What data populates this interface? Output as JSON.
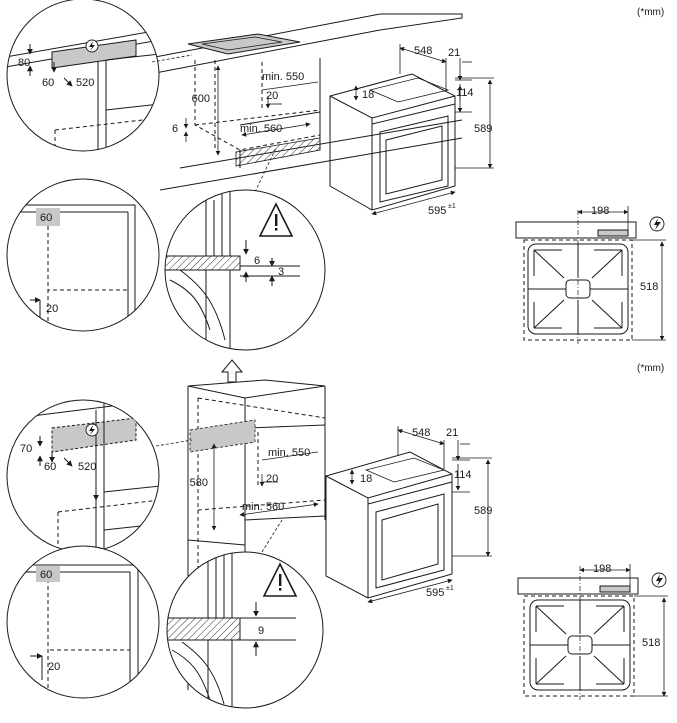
{
  "unit_note": "(*mm)",
  "top": {
    "cab": {
      "h80": "80",
      "h60": "60",
      "h520": "520"
    },
    "corner": {
      "v60": "60",
      "v20": "20"
    },
    "niche": {
      "v600": "600",
      "vmin550": "min. 550",
      "v20": "20",
      "v6": "6",
      "vmin560": "min. 560"
    },
    "detail": {
      "v6": "6",
      "v3": "3"
    },
    "oven": {
      "v548": "548",
      "v21": "21",
      "v18": "18",
      "v114": "114",
      "v589": "589",
      "v595": "595",
      "tol": "±1"
    },
    "front": {
      "v198": "198",
      "v518": "518"
    }
  },
  "bottom": {
    "cab": {
      "h70": "70",
      "h60": "60",
      "h520": "520"
    },
    "corner": {
      "v60": "60",
      "v20": "20"
    },
    "niche": {
      "v580": "580",
      "vmin550": "min. 550",
      "v20": "20",
      "vmin560": "min. 560"
    },
    "detail": {
      "v9": "9"
    },
    "oven": {
      "v548": "548",
      "v21": "21",
      "v18": "18",
      "v114": "114",
      "v589": "589",
      "v595": "595",
      "tol": "±1"
    },
    "front": {
      "v198": "198",
      "v518": "518"
    }
  },
  "icons": [
    "lightning-icon",
    "warning-icon",
    "up-arrow-icon"
  ]
}
